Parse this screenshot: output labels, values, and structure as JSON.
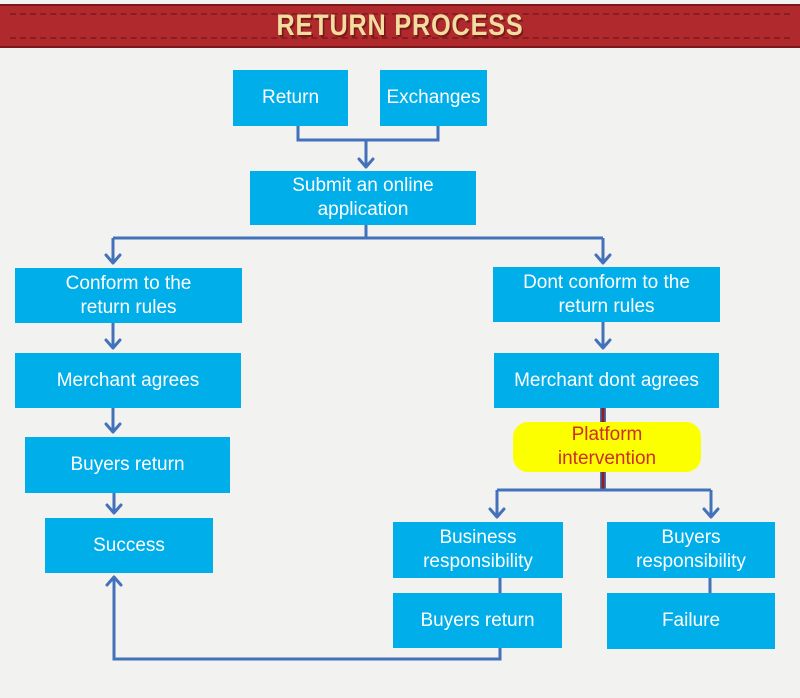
{
  "header": {
    "title": "RETURN PROCESS"
  },
  "colors": {
    "background": "#F2F2F0",
    "node_fill": "#00AEEA",
    "node_text": "#FFFFFF",
    "connector_blue": "#4372BA",
    "connector_dark_red": "#9A1B1B",
    "highlight_fill": "#FCFF00",
    "highlight_text": "#CC2E28",
    "banner_red": "#B0292D",
    "banner_border": "#7C181C",
    "banner_stitch": "#8A1D20",
    "banner_title": "#F2DDA0"
  },
  "nodes": {
    "return": {
      "label": "Return"
    },
    "exchanges": {
      "label": "Exchanges"
    },
    "submit_application": {
      "label": "Submit an online\napplication"
    },
    "conform_rules": {
      "label": "Conform to the\nreturn rules"
    },
    "merchant_agrees": {
      "label": "Merchant agrees"
    },
    "buyers_return_left": {
      "label": "Buyers return"
    },
    "success": {
      "label": "Success"
    },
    "dont_conform_rules": {
      "label": "Dont conform to the\nreturn rules"
    },
    "merchant_dont_agrees": {
      "label": "Merchant dont agrees"
    },
    "platform_intervention": {
      "label": "Platform\nintervention"
    },
    "business_responsibility": {
      "label": "Business\nresponsibility"
    },
    "buyers_responsibility": {
      "label": "Buyers\nresponsibility"
    },
    "buyers_return_right": {
      "label": "Buyers return"
    },
    "failure": {
      "label": "Failure"
    }
  }
}
